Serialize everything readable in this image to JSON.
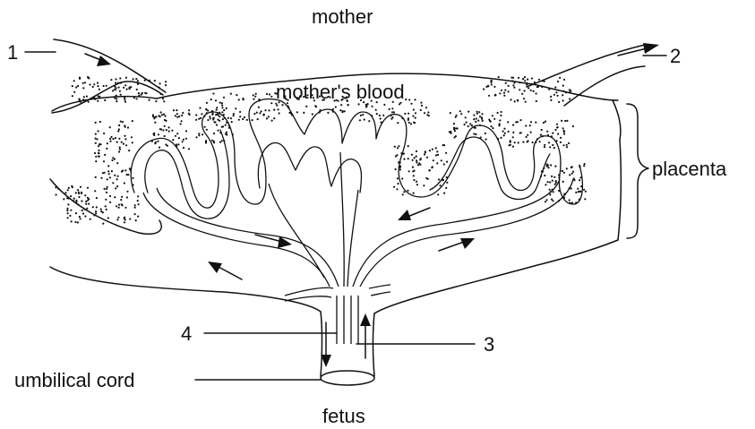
{
  "diagram": {
    "labels": {
      "mother": "mother",
      "mothers_blood": "mother's blood",
      "placenta": "placenta",
      "umbilical_cord": "umbilical cord",
      "fetus": "fetus",
      "n1": "1",
      "n2": "2",
      "n3": "3",
      "n4": "4"
    },
    "colors": {
      "ink": "#111111",
      "background": "#ffffff"
    }
  }
}
